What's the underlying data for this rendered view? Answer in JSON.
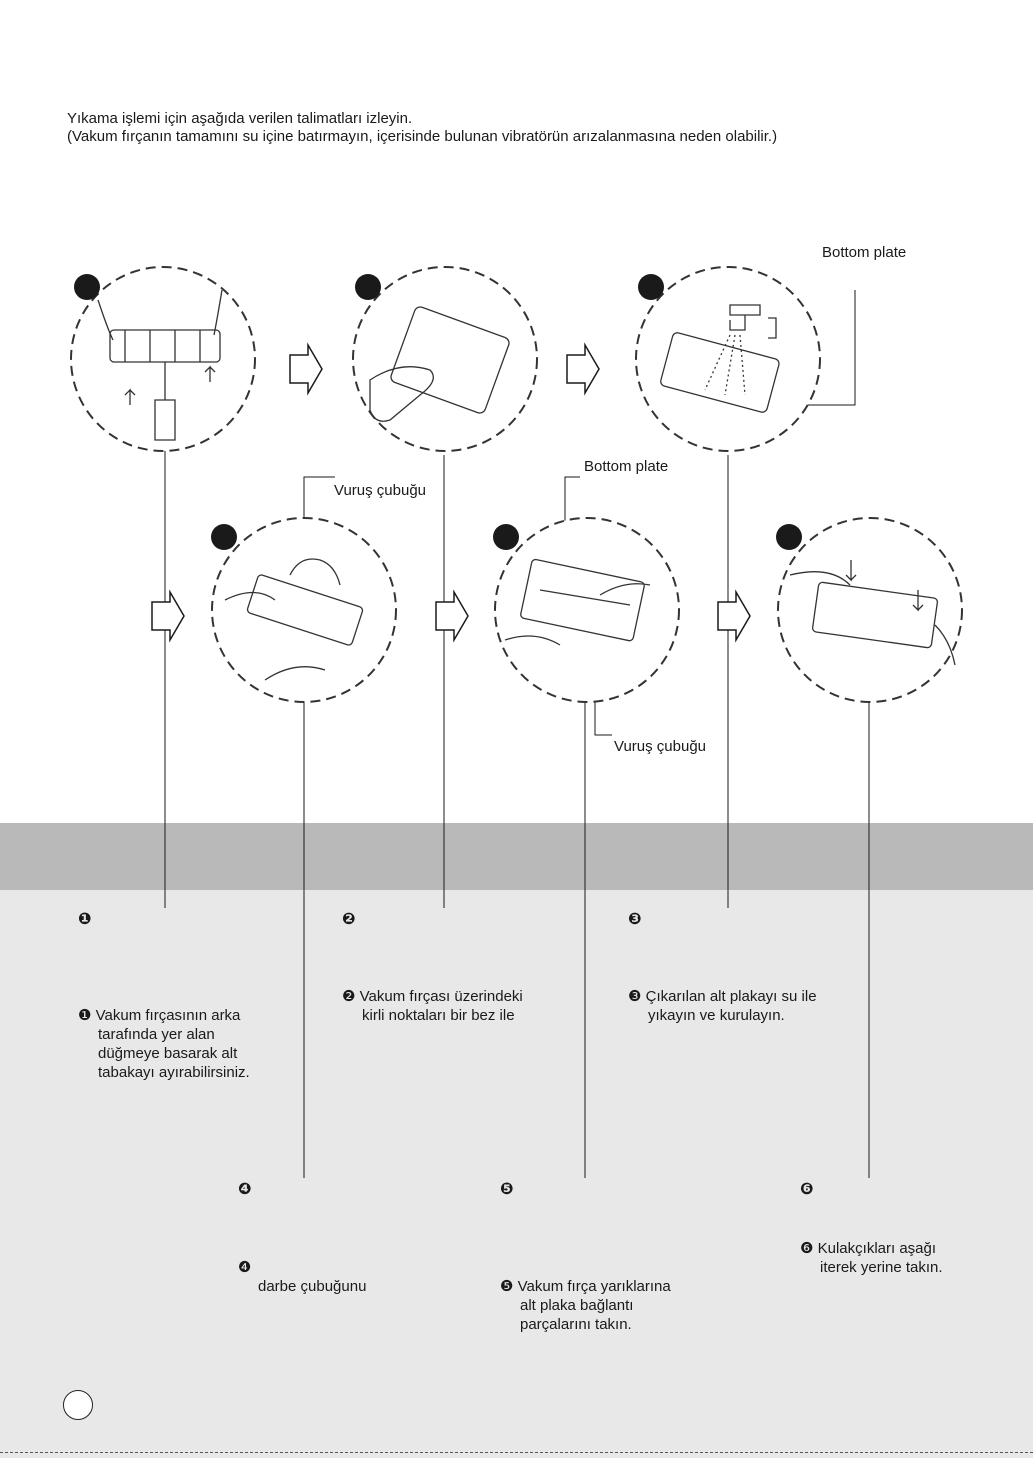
{
  "intro": {
    "line1": "Yıkama işlemi için aşağıda verilen talimatları izleyin.",
    "line2": "(Vakum fırçanın tamamını su içine batırmayın, içerisinde bulunan vibratörün arızalanmasına neden olabilir.)"
  },
  "labels": {
    "bottom_plate_top": "Bottom plate",
    "bottom_plate_mid": "Bottom plate",
    "vurus_left": "Vuruş çubuğu",
    "vurus_right": "Vuruş çubuğu"
  },
  "steps": [
    {
      "marker": "❶",
      "lines": [
        "Vakum fırçasının arka",
        "tarafında yer alan",
        "düğmeye basarak alt",
        "tabakayı ayırabilirsiniz."
      ]
    },
    {
      "marker": "❷",
      "lines": [
        "Vakum fırçası üzerindeki",
        "kirli noktaları bir bez ile"
      ]
    },
    {
      "marker": "❸",
      "lines": [
        "Çıkarılan alt plakayı su ile",
        "yıkayın ve kurulayın."
      ]
    },
    {
      "marker": "❹",
      "lines": [
        "darbe çubuğunu"
      ]
    },
    {
      "marker": "❺",
      "lines": [
        "Vakum fırça yarıklarına",
        "alt plaka bağlantı",
        "parçalarını takın."
      ]
    },
    {
      "marker": "❻",
      "lines": [
        "Kulakçıkları aşağı",
        "iterek yerine takın."
      ]
    }
  ],
  "colors": {
    "band": "#b9b9b9",
    "lower_bg": "#e8e8e8",
    "ink": "#1a1a1a"
  }
}
